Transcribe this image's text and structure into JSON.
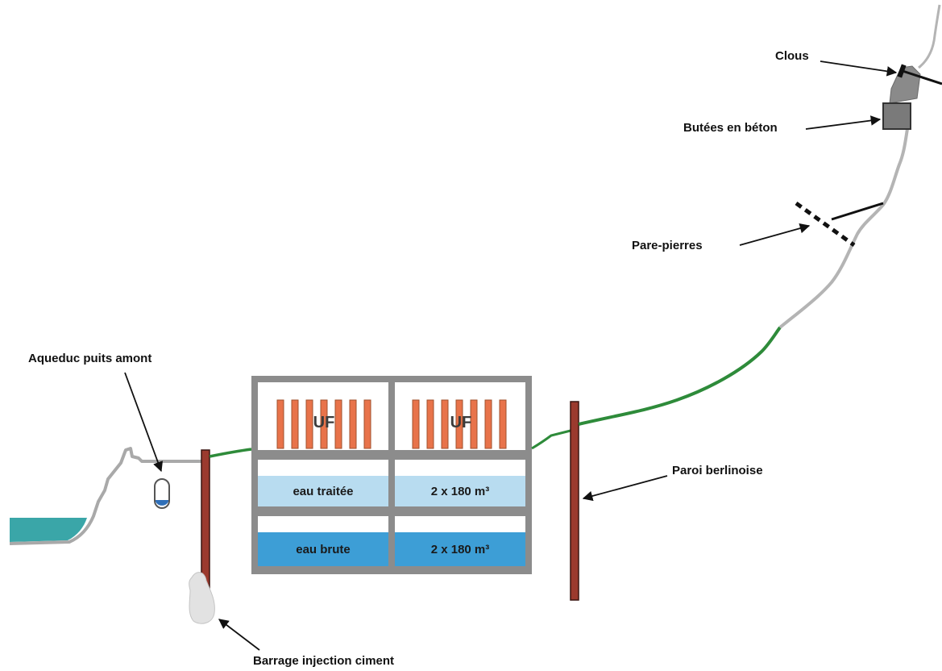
{
  "labels": {
    "clous": "Clous",
    "butees": "Butées en béton",
    "pare_pierres": "Pare-pierres",
    "aqueduc": "Aqueduc puits amont",
    "paroi": "Paroi berlinoise",
    "barrage": "Barrage injection ciment"
  },
  "building": {
    "uf_left": "UF",
    "uf_right": "UF",
    "treated_left": "eau traitée",
    "treated_right": "2 x 180 m³",
    "raw_left": "eau brute",
    "raw_right": "2 x 180 m³"
  },
  "colors": {
    "frame": "#8c8c8c",
    "treated_water": "#b8dcf0",
    "raw_water": "#3d9ed6",
    "uf_stripe": "#e8734a",
    "uf_stripe_edge": "#a0522d",
    "wall": "#9b3a2e",
    "slope_green": "#2e8b3a",
    "slope_grey": "#b4b4b4",
    "lake": "#3aa6a8",
    "concrete": "#8a8a8a"
  }
}
